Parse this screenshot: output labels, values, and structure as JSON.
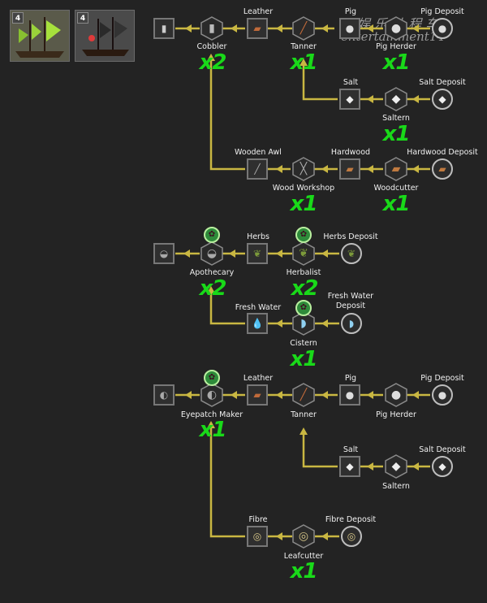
{
  "ships": [
    {
      "level": "4",
      "icon": "green-sail-ship-icon"
    },
    {
      "level": "4",
      "icon": "red-sail-ship-icon"
    }
  ],
  "watermark": {
    "line1": "娱 乐 计 程 车",
    "line2": "entertainment14"
  },
  "colors": {
    "line": "#c9b742",
    "multiplier": "#19d919",
    "badge": "#2e8b3a"
  },
  "labels": {
    "leather1": "Leather",
    "pig1": "Pig",
    "pig_deposit1": "Pig Deposit",
    "cobbler": "Cobbler",
    "tanner1": "Tanner",
    "pig_herder1": "Pig Herder",
    "salt1": "Salt",
    "salt_deposit1": "Salt Deposit",
    "saltern1": "Saltern",
    "wooden_awl": "Wooden Awl",
    "hardwood": "Hardwood",
    "hardwood_deposit": "Hardwood Deposit",
    "wood_workshop": "Wood Workshop",
    "woodcutter": "Woodcutter",
    "herbs": "Herbs",
    "herbs_deposit": "Herbs Deposit",
    "apothecary": "Apothecary",
    "herbalist": "Herbalist",
    "fresh_water": "Fresh Water",
    "fresh_water_deposit_1": "Fresh Water",
    "fresh_water_deposit_2": "Deposit",
    "cistern": "Cistern",
    "leather2": "Leather",
    "pig2": "Pig",
    "pig_deposit2": "Pig Deposit",
    "eyepatch_maker": "Eyepatch Maker",
    "tanner2": "Tanner",
    "pig_herder2": "Pig Herder",
    "salt2": "Salt",
    "salt_deposit2": "Salt Deposit",
    "saltern2": "Saltern",
    "fibre": "Fibre",
    "fibre_deposit": "Fibre Deposit",
    "leafcutter": "Leafcutter"
  },
  "multipliers": {
    "cobbler": "x2",
    "tanner1": "x1",
    "pig_herder1": "x1",
    "saltern1": "x1",
    "wood_workshop": "x1",
    "woodcutter": "x1",
    "apothecary": "x2",
    "herbalist": "x2",
    "cistern": "x1",
    "eyepatch_maker": "x1",
    "leafcutter": "x1"
  }
}
